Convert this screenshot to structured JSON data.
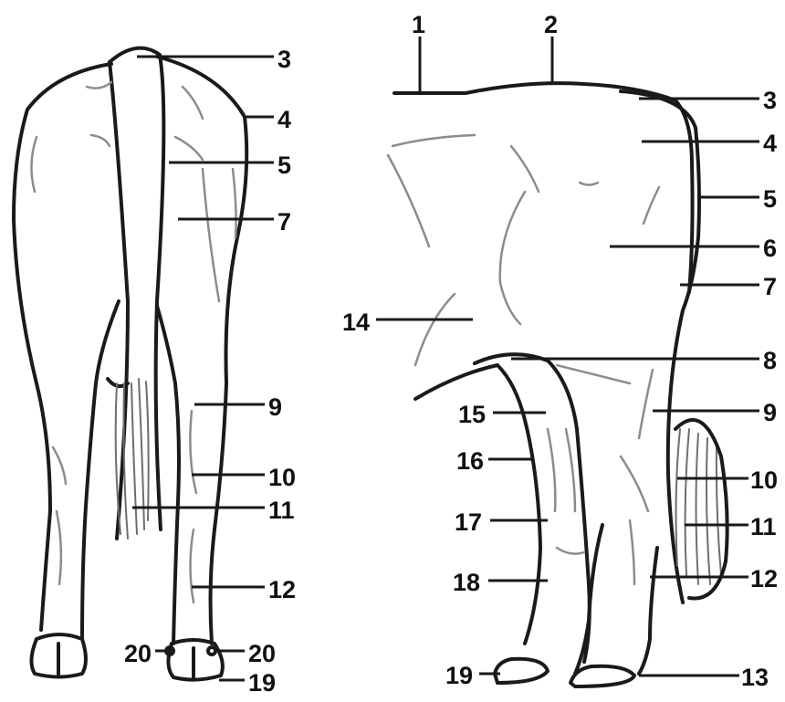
{
  "rear_view": {
    "labels": [
      "3",
      "4",
      "5",
      "7",
      "9",
      "10",
      "11",
      "12",
      "20",
      "20",
      "19"
    ]
  },
  "side_view": {
    "labels": [
      "1",
      "2",
      "3",
      "4",
      "5",
      "6",
      "7",
      "14",
      "8",
      "15",
      "9",
      "16",
      "10",
      "17",
      "11",
      "18",
      "12",
      "19",
      "13"
    ]
  }
}
